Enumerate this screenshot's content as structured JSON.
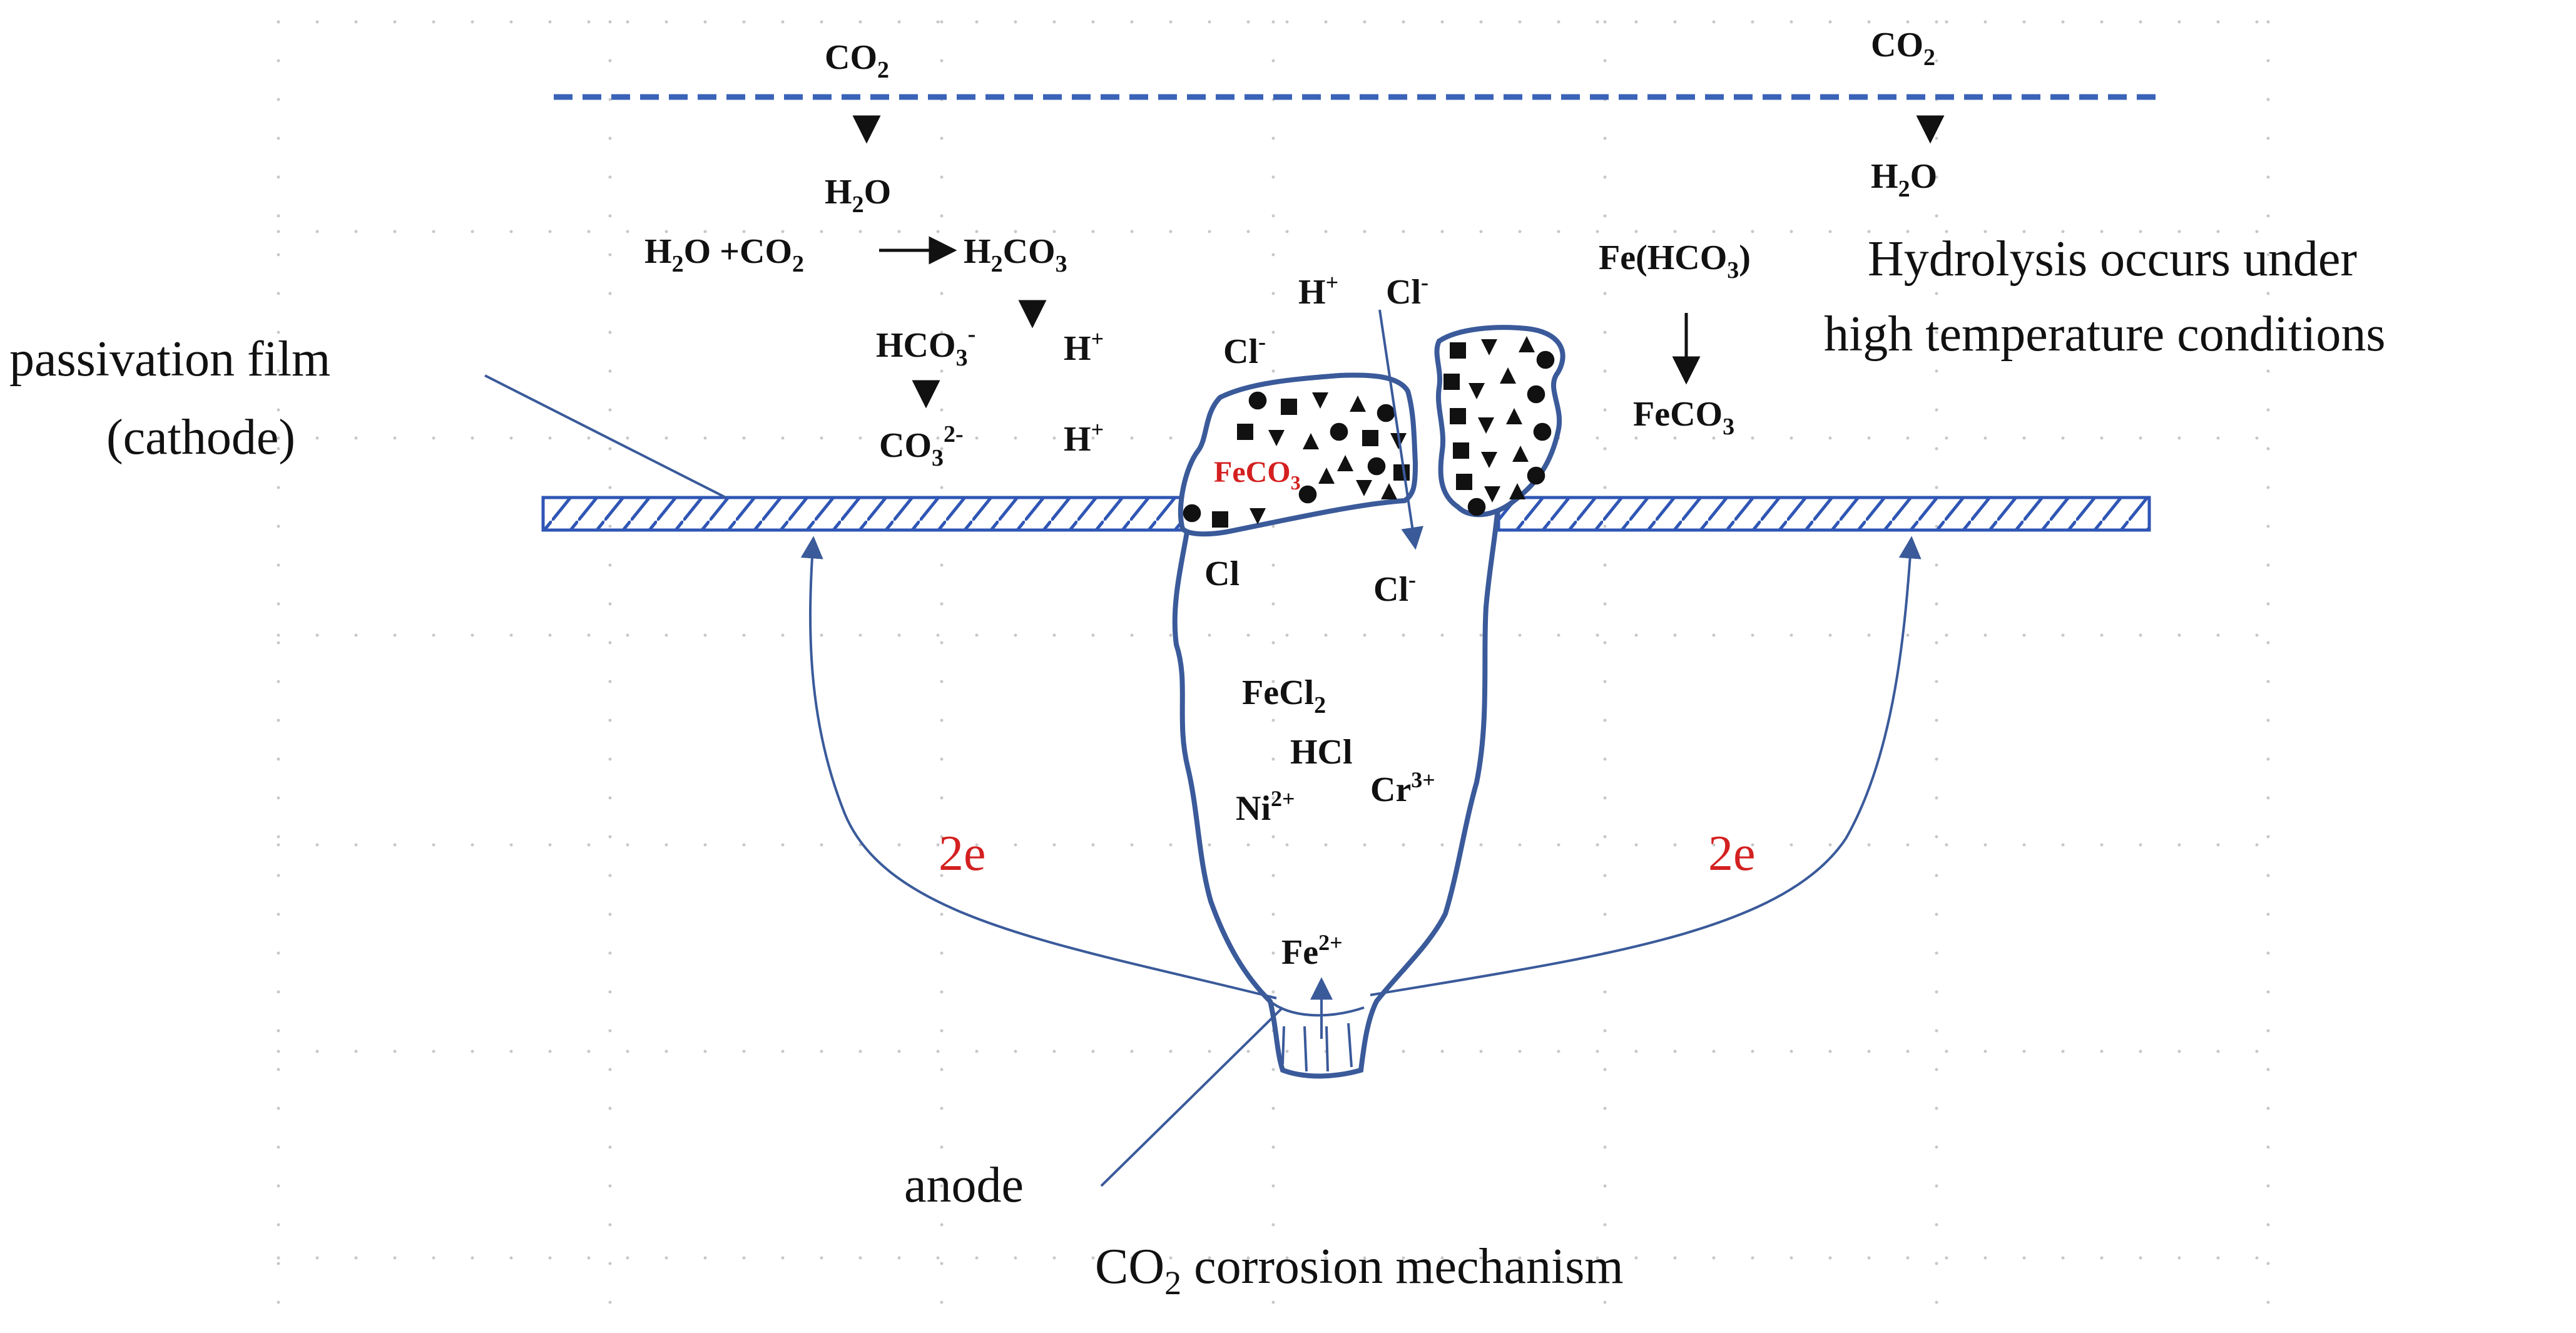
{
  "colors": {
    "outline": "#3a5a9a",
    "surface_line": "#2f56b5",
    "electron_label": "#d42020",
    "product_highlight": "#d42020",
    "text": "#111111",
    "grid_dots": "#c8c8c8"
  },
  "atmosphere": {
    "left": {
      "co2_main": "CO",
      "co2_sub": "2",
      "h2o_main": "H",
      "h2o_sub": "2",
      "h2o_tail": "O"
    },
    "right": {
      "co2_main": "CO",
      "co2_sub": "2",
      "h2o_main": "H",
      "h2o_sub": "2",
      "h2o_tail": "O"
    }
  },
  "reactions": {
    "hydration_lhs_1": "H",
    "hydration_lhs_sub1": "2",
    "hydration_lhs_2": "O +CO",
    "hydration_lhs_sub2": "2",
    "hydration_rhs_1": "H",
    "hydration_rhs_sub1": "2",
    "hydration_rhs_2": "CO",
    "hydration_rhs_sub2": "3",
    "bicarbonate_main": "HCO",
    "bicarbonate_sub": "3",
    "bicarbonate_sup": "-",
    "carbonate_main": "CO",
    "carbonate_sub": "3",
    "carbonate_sup": "2-",
    "proton_1_main": "H",
    "proton_1_sup": "+",
    "proton_2_main": "H",
    "proton_2_sup": "+",
    "proton_3_main": "H",
    "proton_3_sup": "+",
    "chloride_top_main": "Cl",
    "chloride_top_sup": "-",
    "chloride_left_main": "Cl",
    "chloride_left_sup": "-",
    "ferrous_bicarbonate_1": "Fe(HCO",
    "ferrous_bicarbonate_sub": "3",
    "ferrous_bicarbonate_2": ")",
    "siderite_main": "FeCO",
    "siderite_sub": "3"
  },
  "pit": {
    "product_main": "FeCO",
    "product_sub": "3",
    "chloride_inner_left": "Cl",
    "chloride_inner_right_main": "Cl",
    "chloride_inner_right_sup": "-",
    "ferrous_chloride_main": "FeCl",
    "ferrous_chloride_sub": "2",
    "hydrochloric_acid": "HCl",
    "nickel_main": "Ni",
    "nickel_sup": "2+",
    "chromium_main": "Cr",
    "chromium_sup": "3+",
    "ferrous_main": "Fe",
    "ferrous_sup": "2+"
  },
  "electron_flow": {
    "left": "2e",
    "right": "2e"
  },
  "labels": {
    "passivation_line1": "passivation film",
    "passivation_line2": "(cathode)",
    "anode": "anode",
    "hydrolysis_line1": "Hydrolysis occurs under",
    "hydrolysis_line2": "high temperature conditions",
    "caption_main": "CO",
    "caption_sub": "2",
    "caption_tail": " corrosion mechanism"
  }
}
